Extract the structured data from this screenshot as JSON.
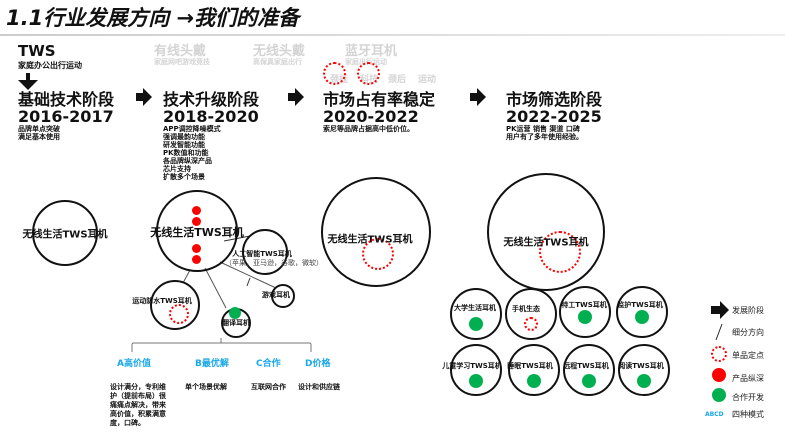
{
  "title": "1.1行业发展方向 →我们的准备",
  "tws": {
    "label": "TWS",
    "sub": "家庭办公出行运动"
  },
  "faded": [
    {
      "title": "有线头戴",
      "sub": "家庭网吧游戏竞技"
    },
    {
      "title": "无线头戴",
      "sub": "高保真家庭出行"
    },
    {
      "title": "蓝牙耳机",
      "sub": "家庭出行运动"
    }
  ],
  "faded_tags": [
    "颈挂",
    "科技",
    "颈后",
    "运动"
  ],
  "stages": [
    {
      "title": "基础技术阶段",
      "years": "2016-2017",
      "notes": [
        "品牌单点突破",
        "满足基本使用"
      ]
    },
    {
      "title": "技术升级阶段",
      "years": "2018-2020",
      "notes": [
        "APP调控降噪模式",
        "强调最韵功能",
        "研发智能功能",
        "PK数值和功能",
        "各品牌纵深产品",
        "芯片支持",
        "扩散多个场景"
      ]
    },
    {
      "title": "市场占有率稳定",
      "years": "2020-2022",
      "notes": [
        "索尼等品牌占据高中低价位。"
      ]
    },
    {
      "title": "市场筛选阶段",
      "years": "2022-2025",
      "notes": [
        "PK运营 销售 渠道 口碑",
        "用户有了多年使用经验。"
      ]
    }
  ],
  "circles": {
    "stage1": "无线生活TWS耳机",
    "stage2": "无线生活TWS耳机",
    "stage3": "无线生活TWS耳机",
    "stage4": "无线生活TWS耳机",
    "ai": "人工智能TWS耳机",
    "ai_sub": "（苹果，亚马逊，谷歌，微软）",
    "game": "游戏耳机",
    "sport": "运动防水TWS耳机",
    "translate": "翻译耳机"
  },
  "grid": [
    {
      "label": "大学生活耳机",
      "mark": "green"
    },
    {
      "label": "手机生态",
      "mark": "dotted"
    },
    {
      "label": "特工TWS耳机",
      "mark": "green"
    },
    {
      "label": "监护TWS耳机",
      "mark": "green"
    },
    {
      "label": "儿童学习TWS耳机",
      "mark": "green"
    },
    {
      "label": "睡眠TWS耳机",
      "mark": "green"
    },
    {
      "label": "远程TWS耳机",
      "mark": "green"
    },
    {
      "label": "阅读TWS耳机",
      "mark": "green"
    }
  ],
  "modes": [
    {
      "label": "A高价值",
      "desc": "设计满分，专利维护（提前布局）很痛痛点解决，带来高价值，积累满意度，口碑。"
    },
    {
      "label": "B最优解",
      "desc": "单个场景优解"
    },
    {
      "label": "C合作",
      "desc": "互联网合作"
    },
    {
      "label": "D价格",
      "desc": "设计和供应链"
    }
  ],
  "legend": [
    {
      "icon": "arrow-icon",
      "label": "发展阶段"
    },
    {
      "icon": "thin-arrow-icon",
      "label": "细分方向"
    },
    {
      "icon": "dotted-circle-icon",
      "label": "单品定点"
    },
    {
      "icon": "red-dot-icon",
      "label": "产品纵深"
    },
    {
      "icon": "green-dot-icon",
      "label": "合作开发"
    },
    {
      "icon": "abcd",
      "label": "四种模式",
      "mark": "ABCD"
    }
  ],
  "colors": {
    "red": "#ff0000",
    "green": "#00b050",
    "blue": "#19a8ea"
  }
}
